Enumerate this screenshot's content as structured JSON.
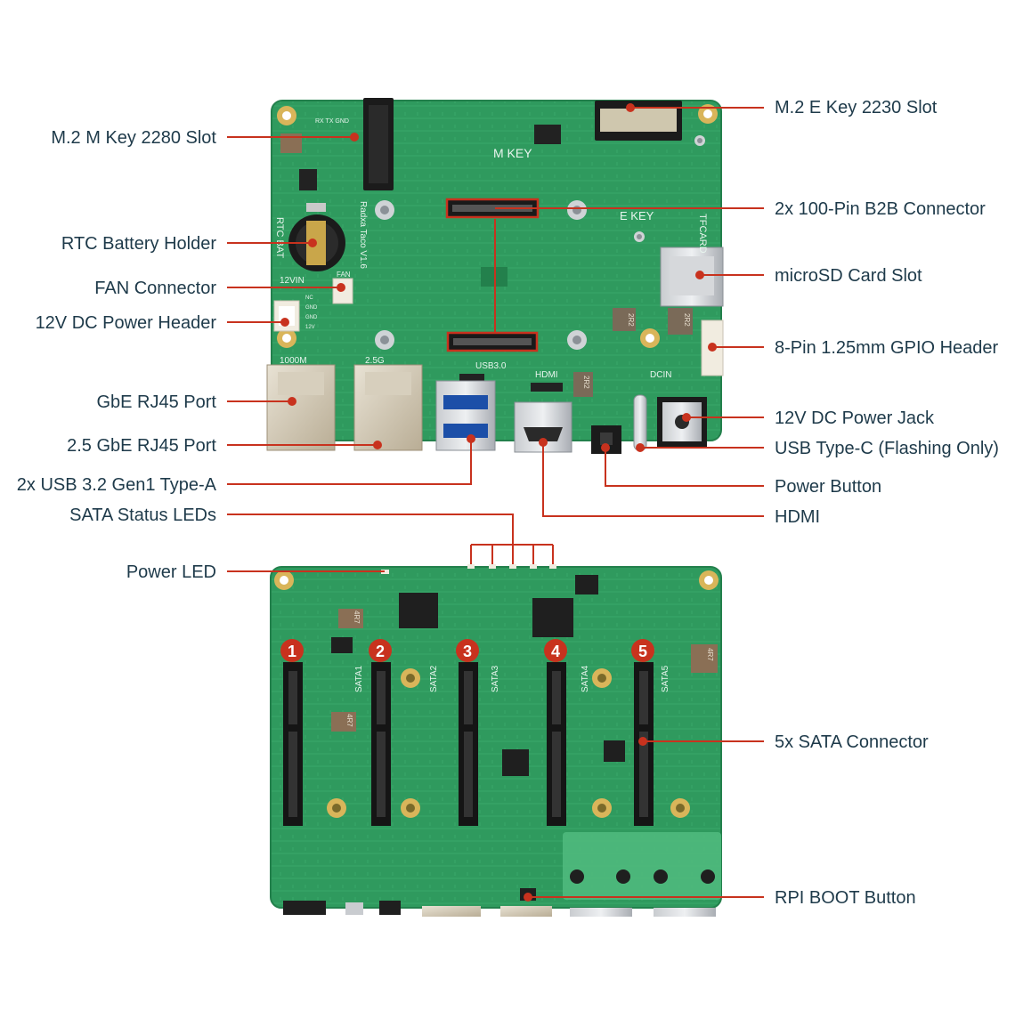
{
  "callouts": {
    "m2_m_key": "M.2 M Key 2280 Slot",
    "rtc_battery": "RTC Battery Holder",
    "fan_connector": "FAN Connector",
    "dc_12v_header": "12V DC Power Header",
    "gbe_rj45": "GbE RJ45 Port",
    "gbe25_rj45": "2.5 GbE RJ45 Port",
    "usb32": "2x USB 3.2 Gen1 Type-A",
    "sata_leds": "SATA Status LEDs",
    "power_led": "Power LED",
    "m2_e_key": "M.2 E Key 2230 Slot",
    "b2b": "2x 100-Pin B2B Connector",
    "microsd": "microSD Card Slot",
    "gpio": "8-Pin 1.25mm GPIO Header",
    "dc_jack": "12V DC Power Jack",
    "usbc": "USB Type-C (Flashing Only)",
    "power_button": "Power Button",
    "hdmi": "HDMI",
    "sata_conn": "5x SATA Connector",
    "rpi_boot": "RPI BOOT Button"
  },
  "silkscreen": {
    "m_key": "M KEY",
    "e_key": "E KEY",
    "rtc_bat": "RTC BAT",
    "tfcard": "TFCARD",
    "fan": "FAN",
    "v12_in": "12VIN",
    "rx_tx_gnd": "RX TX GND",
    "nc": "NC",
    "gnd": "GND",
    "v12": "12V",
    "eth_1000m": "1000M",
    "eth_25g": "2.5G",
    "usb30": "USB3.0",
    "hdmi": "HDMI",
    "dcin": "DCIN",
    "board_name": "Radxa Taco V1.6",
    "ind_2r2": "2R2",
    "ind_4r7": "4R7",
    "sata1": "SATA1",
    "sata2": "SATA2",
    "sata3": "SATA3",
    "sata4": "SATA4",
    "sata5": "SATA5"
  },
  "sata_numbers": [
    "1",
    "2",
    "3",
    "4",
    "5"
  ],
  "colors": {
    "pcb": "#2f9a5e",
    "pcb_dark": "#23804c",
    "accent": "#c8321e",
    "text": "#1e3a4a",
    "gold": "#d9b55a"
  }
}
